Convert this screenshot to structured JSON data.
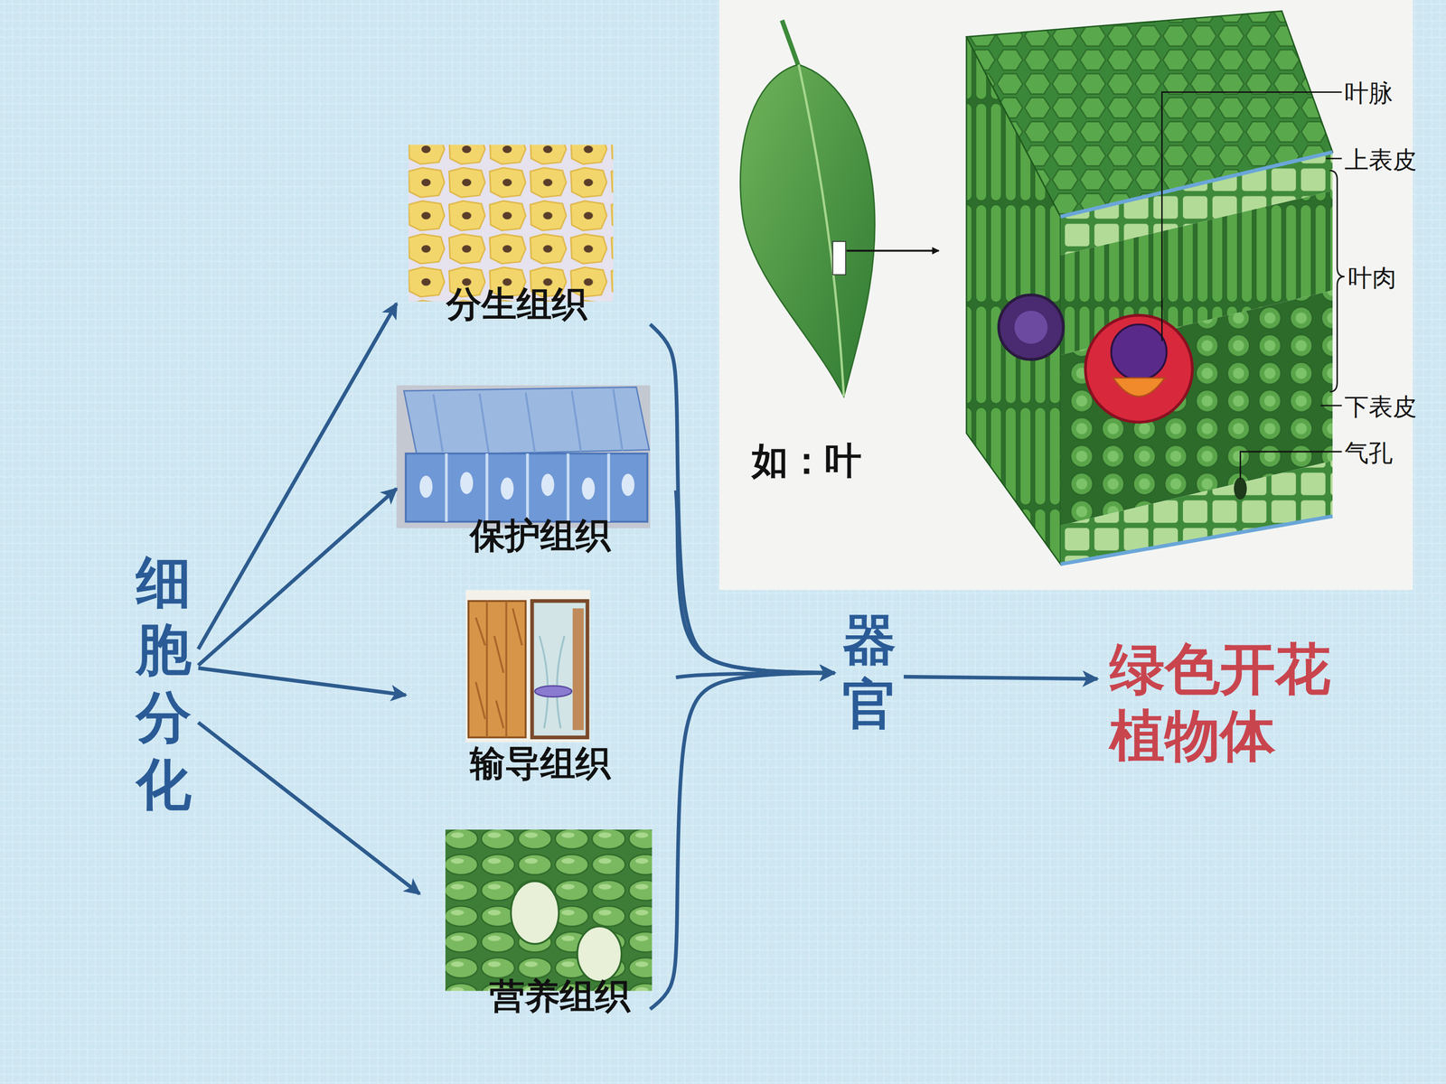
{
  "diagram": {
    "nodes": [
      {
        "text": [
          "细胞分化"
        ]
      },
      {
        "text": [
          "分生组织"
        ]
      },
      {
        "text": [
          "保护组织"
        ]
      },
      {
        "text": [
          "输导组织"
        ]
      },
      {
        "text": [
          "营养组织"
        ]
      },
      {
        "text": [
          "器官"
        ]
      },
      {
        "text": [
          "绿色开花植物体"
        ]
      }
    ],
    "edges": [
      {
        "from": 0,
        "to": 1,
        "arrow": "to"
      },
      {
        "from": 0,
        "to": 2,
        "arrow": "to"
      },
      {
        "from": 0,
        "to": 3,
        "arrow": "to"
      },
      {
        "from": 0,
        "to": 4,
        "arrow": "to"
      },
      {
        "from": 1,
        "to": 5,
        "arrow": "to"
      },
      {
        "from": 2,
        "to": 5,
        "arrow": "to"
      },
      {
        "from": 3,
        "to": 5,
        "arrow": "to"
      },
      {
        "from": 4,
        "to": 5,
        "arrow": "to"
      },
      {
        "from": 5,
        "to": 6,
        "arrow": "to"
      }
    ],
    "labels": [
      "叶脉",
      "上表皮",
      "叶肉",
      "下表皮",
      "气孔",
      "如：叶"
    ]
  }
}
